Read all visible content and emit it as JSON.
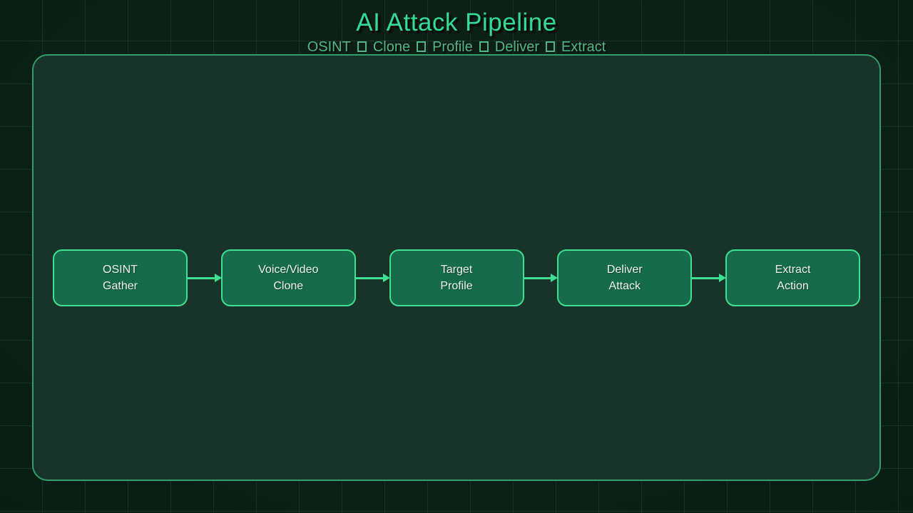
{
  "header": {
    "title": "AI Attack Pipeline",
    "subtitle_steps": [
      "OSINT",
      "Clone",
      "Profile",
      "Deliver",
      "Extract"
    ]
  },
  "pipeline": {
    "nodes": [
      {
        "line1": "OSINT",
        "line2": "Gather"
      },
      {
        "line1": "Voice/Video",
        "line2": "Clone"
      },
      {
        "line1": "Target",
        "line2": "Profile"
      },
      {
        "line1": "Deliver",
        "line2": "Attack"
      },
      {
        "line1": "Extract",
        "line2": "Action"
      }
    ]
  },
  "colors": {
    "background": "#0a1e15",
    "grid_line": "rgba(140,220,180,0.10)",
    "panel_fill": "#18332a",
    "panel_border": "#2fa06c",
    "node_fill": "#166c4a",
    "node_border": "#3fe094",
    "arrow": "#3fe094",
    "title_text": "#35da96",
    "subtitle_text": "#53b586",
    "node_text": "#eef7f2"
  }
}
